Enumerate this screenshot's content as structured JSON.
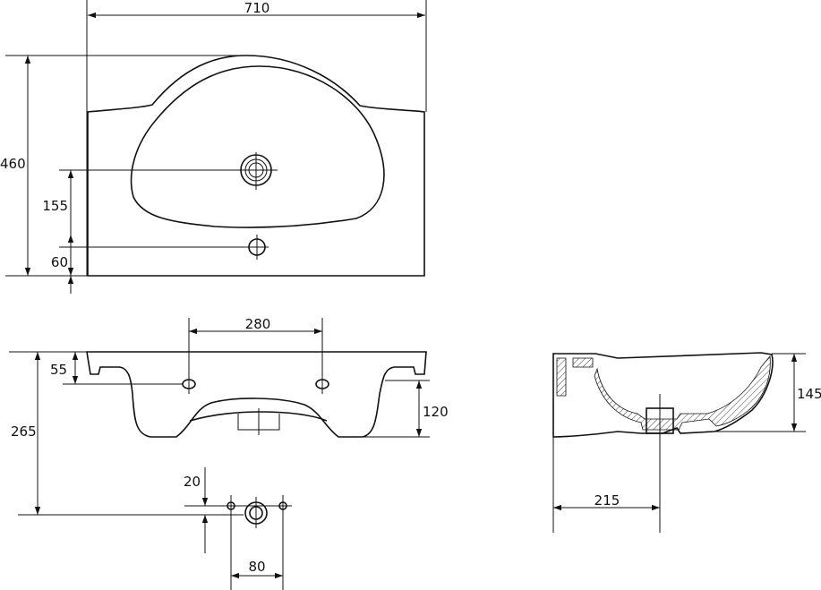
{
  "dimensions": {
    "top_width": "710",
    "top_depth": "460",
    "tap_to_back": "155",
    "overflow_to_back": "60",
    "front_bracket_spacing": "280",
    "front_bracket_drop": "55",
    "front_total_height": "265",
    "front_bowl_depth": "120",
    "trap_offset": "20",
    "trap_spacing": "80",
    "side_bowl_height": "145",
    "side_drain_offset": "215"
  }
}
